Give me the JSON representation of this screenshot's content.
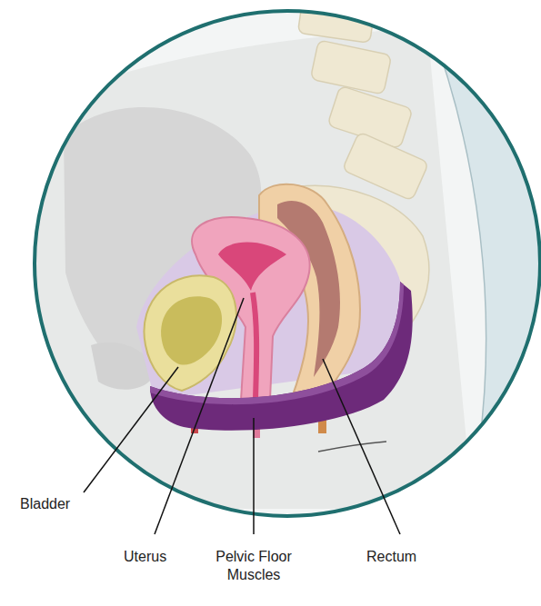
{
  "diagram": {
    "labels": [
      "Bladder",
      "Uterus",
      "Pelvic Floor Muscles",
      "Rectum"
    ]
  }
}
